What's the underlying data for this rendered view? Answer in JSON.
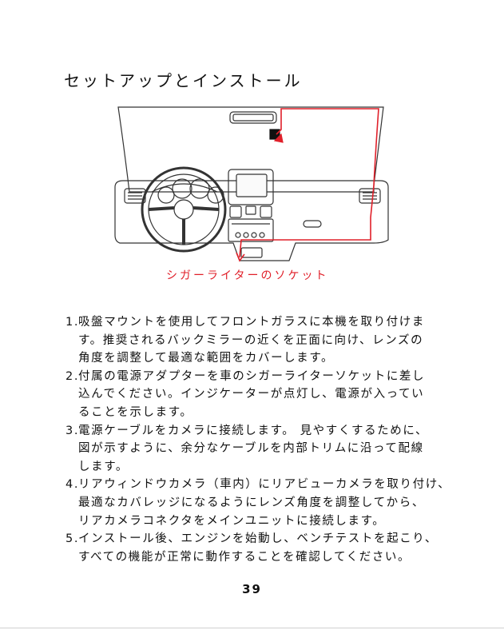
{
  "header": {
    "title": "セットアップとインストール"
  },
  "figure": {
    "caption": "シガーライターのソケット",
    "cable_color": "#e0202a"
  },
  "steps": [
    {
      "num": "1.",
      "lines": [
        "吸盤マウントを使用してフロントガラスに本機を取り付けま",
        "す。推奨されるバックミラーの近くを正面に向け、レンズの",
        "角度を調整して最適な範囲をカバーします。"
      ]
    },
    {
      "num": "2.",
      "lines": [
        "付属の電源アダプターを車のシガーライターソケットに差し",
        "込んでください。インジケーターが点灯し、電源が入ってい",
        "ることを示します。"
      ]
    },
    {
      "num": "3.",
      "lines": [
        "電源ケーブルをカメラに接続します。 見やすくするために、",
        "図が示すように、余分なケーブルを内部トリムに沿って配線",
        "します。"
      ]
    },
    {
      "num": "4.",
      "lines": [
        "リアウィンドウカメラ（車内）にリアビューカメラを取り付け、",
        "最適なカバレッジになるようにレンズ角度を調整してから、",
        "リアカメラコネクタをメインユニットに接続します。"
      ]
    },
    {
      "num": "5.",
      "lines": [
        "インストール後、エンジンを始動し、ベンチテストを起こり、",
        "すべての機能が正常に動作することを確認してください。"
      ]
    }
  ],
  "footer": {
    "page_number": "39"
  }
}
